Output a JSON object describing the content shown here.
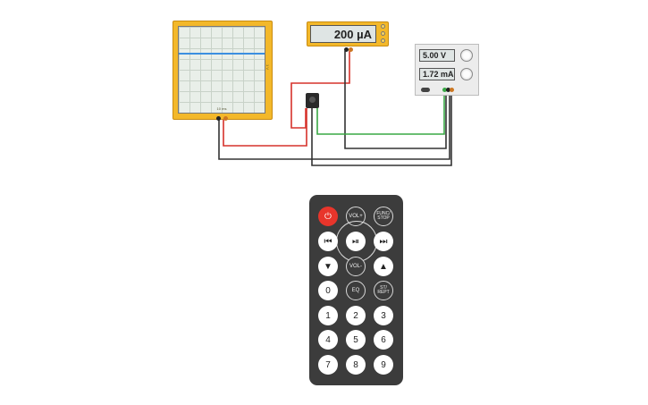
{
  "meter": {
    "reading": "200 µA"
  },
  "power_supply": {
    "voltage": "5.00 V",
    "current": "1.72 mA"
  },
  "oscilloscope": {
    "side_label": "1 V",
    "scale_label": "10 ms"
  },
  "remote": {
    "power": "⏻",
    "vol_up": "VOL+",
    "func_stop": "FUNC/ STOP",
    "prev": "⏮",
    "play_pause": "⏯",
    "next": "⏭",
    "down": "▼",
    "vol_down": "VOL-",
    "up": "▲",
    "zero": "0",
    "eq": "EQ",
    "st_rept": "ST/ REPT",
    "one": "1",
    "two": "2",
    "three": "3",
    "four": "4",
    "five": "5",
    "six": "6",
    "seven": "7",
    "eight": "8",
    "nine": "9"
  },
  "colors": {
    "red_wire": "#d6322b",
    "black_wire": "#333333",
    "green_wire": "#3aa845",
    "accent": "#f3b82a"
  }
}
